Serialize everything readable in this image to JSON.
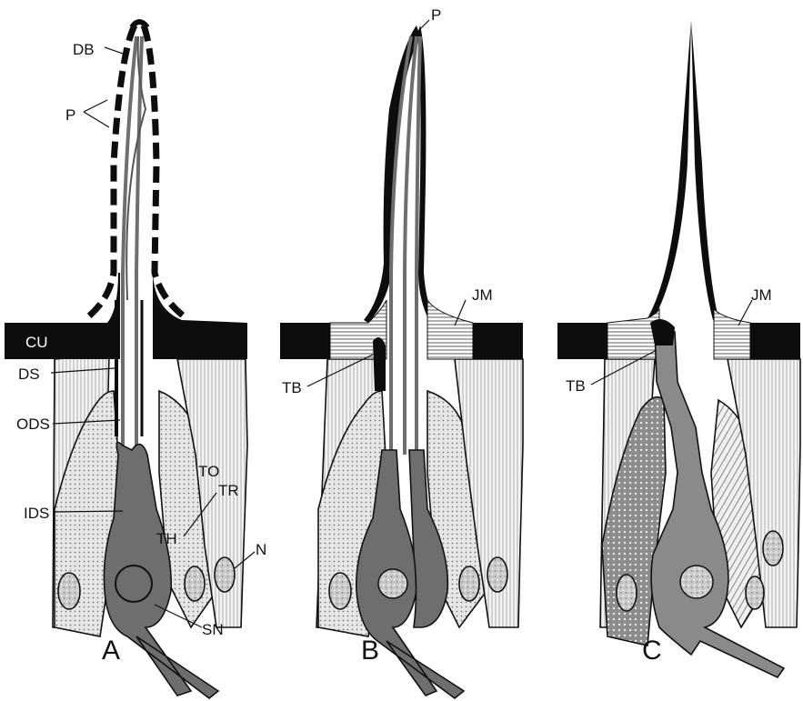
{
  "panels": [
    {
      "letter": "A",
      "labels": {
        "db": "DB",
        "p": "P",
        "cu": "CU",
        "ds": "DS",
        "ods": "ODS",
        "ids": "IDS",
        "to": "TO",
        "tr": "TR",
        "th": "TH",
        "n": "N",
        "sn": "SN"
      }
    },
    {
      "letter": "B",
      "labels": {
        "p": "P",
        "jm": "JM",
        "tb": "TB"
      }
    },
    {
      "letter": "C",
      "labels": {
        "jm": "JM",
        "tb": "TB"
      }
    }
  ],
  "colors": {
    "cuticle": "#0d0d0d",
    "neuron": "#6e6e6e",
    "neuron_light": "#8a8a8a",
    "support_cell": "#d9d9d9",
    "nucleus": "#bdbdbd"
  }
}
